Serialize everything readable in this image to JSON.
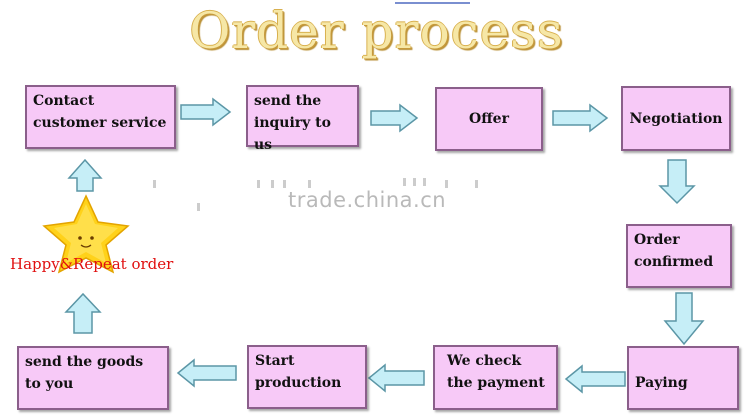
{
  "title": "Order process",
  "watermark": "trade.china.cn",
  "steps": {
    "contact": "Contact customer service",
    "inquiry": "send the inquiry to us",
    "offer": "Offer",
    "negotiation": "Negotiation",
    "confirmed": "Order confirmed",
    "paying": "Paying",
    "check_payment": "We check the payment",
    "production": "Start production",
    "send_goods": "send the goods to you"
  },
  "happy_label": "Happy&Repeat order",
  "colors": {
    "box_fill": "#f7c9f7",
    "box_border": "#8b5f8b",
    "arrow_fill": "#c6eef7",
    "arrow_border": "#5b96a6",
    "happy_text": "#e01010",
    "star": "#ffd21a"
  },
  "icons": [
    "star-smiley-icon",
    "arrow-right-icon",
    "arrow-down-icon",
    "arrow-left-icon",
    "arrow-up-icon"
  ]
}
